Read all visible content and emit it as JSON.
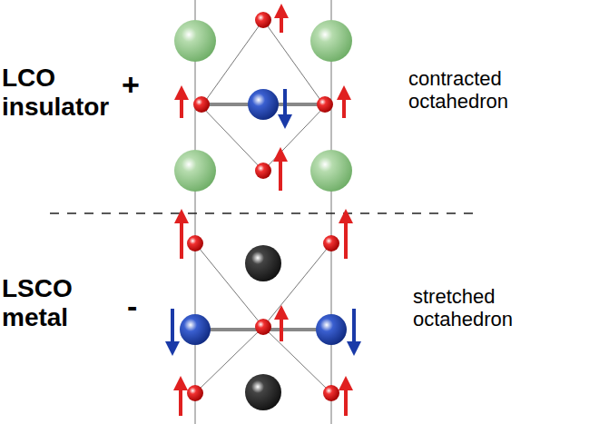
{
  "diagram": {
    "labels": [
      "LCO insulator",
      "+",
      "contracted octahedron",
      "LSCO metal",
      "-",
      "stretched octahedron"
    ]
  }
}
